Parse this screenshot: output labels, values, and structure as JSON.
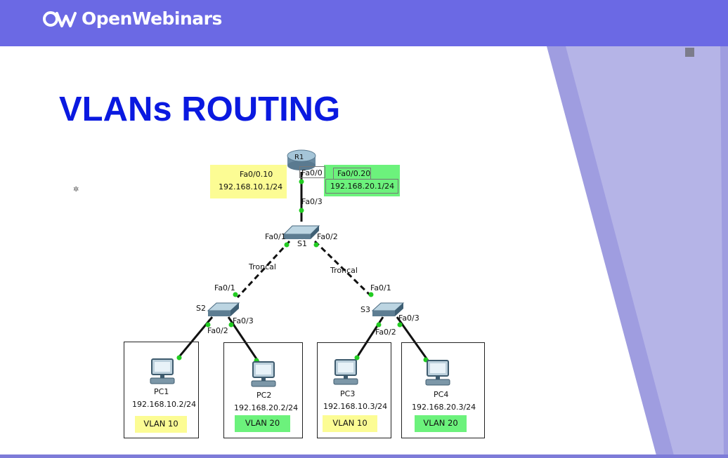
{
  "header": {
    "brand": "OpenWebinars"
  },
  "colors": {
    "header_bg": "#6b69e4",
    "title": "#0a19e0",
    "vlan10": "#fcfc94",
    "vlan20": "#6cf27c",
    "link_up": "#22cc22"
  },
  "slide": {
    "title": "VLANs ROUTING",
    "router": {
      "name": "R1",
      "port": "Fa0/0"
    },
    "subif10": {
      "name": "Fa0/0.10",
      "ip": "192.168.10.1/24"
    },
    "subif20": {
      "name": "Fa0/0.20",
      "ip": "192.168.20.1/24"
    },
    "s1": {
      "name": "S1",
      "up": "Fa0/3",
      "left": "Fa0/1",
      "right": "Fa0/2"
    },
    "trunk_left": "Troncal",
    "trunk_right": "Troncal",
    "s2": {
      "name": "S2",
      "up": "Fa0/1",
      "left": "Fa0/2",
      "right": "Fa0/3"
    },
    "s3": {
      "name": "S3",
      "up": "Fa0/1",
      "left": "Fa0/2",
      "right": "Fa0/3"
    },
    "pcs": [
      {
        "name": "PC1",
        "ip": "192.168.10.2/24",
        "vlan": "VLAN 10"
      },
      {
        "name": "PC2",
        "ip": "192.168.20.2/24",
        "vlan": "VLAN 20"
      },
      {
        "name": "PC3",
        "ip": "192.168.10.3/24",
        "vlan": "VLAN 10"
      },
      {
        "name": "PC4",
        "ip": "192.168.20.3/24",
        "vlan": "VLAN 20"
      }
    ]
  }
}
